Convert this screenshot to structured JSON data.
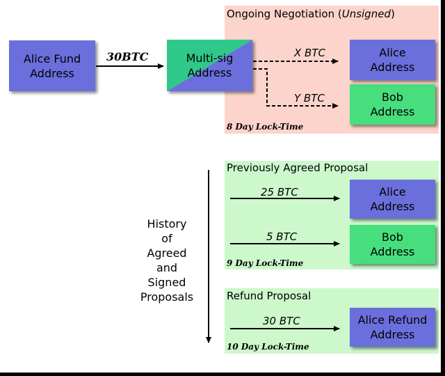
{
  "colors": {
    "negotiation_bg": "#fcd4cc",
    "agreed_bg": "#ccf8cc",
    "alice_box": "#6b6fdc",
    "bob_box": "#47de7e",
    "multisig_green": "#2fc88a",
    "multisig_blue": "#6b6fdc",
    "arrow": "#000000"
  },
  "funding": {
    "alice_fund": [
      "Alice Fund",
      "Address"
    ],
    "amount": "30BTC",
    "multisig": [
      "Multi-sig",
      "Address"
    ]
  },
  "negotiation": {
    "title_prefix": "Ongoing Negotiation (",
    "title_status": "Unsigned",
    "title_suffix": ")",
    "x_amount": "X BTC",
    "y_amount": "Y BTC",
    "alice": [
      "Alice",
      "Address"
    ],
    "bob": [
      "Bob",
      "Address"
    ],
    "locktime": "8 Day Lock-Time"
  },
  "previous": {
    "title": "Previously Agreed Proposal",
    "alice_amount": "25 BTC",
    "bob_amount": "5 BTC",
    "alice": [
      "Alice",
      "Address"
    ],
    "bob": [
      "Bob",
      "Address"
    ],
    "locktime": "9 Day Lock-Time"
  },
  "refund": {
    "title": "Refund Proposal",
    "amount": "30 BTC",
    "alice_refund": [
      "Alice Refund",
      "Address"
    ],
    "locktime": "10 Day Lock-Time"
  },
  "history": [
    "History",
    "of",
    "Agreed",
    "and",
    "Signed",
    "Proposals"
  ]
}
